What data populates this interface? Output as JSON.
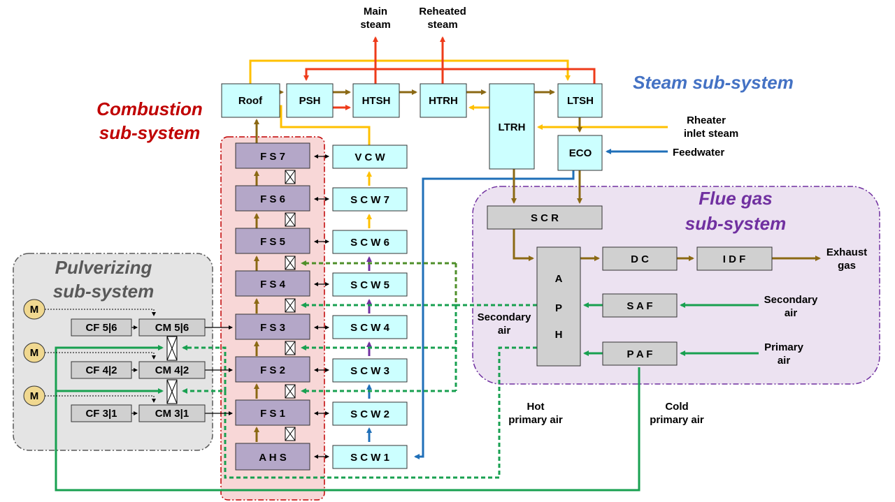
{
  "subsystems": {
    "steam": {
      "line1": "Steam sub-system",
      "color": "#4472c4"
    },
    "combustion": {
      "line1": "Combustion",
      "line2": "sub-system",
      "color": "#c00000"
    },
    "flue": {
      "line1": "Flue gas",
      "line2": "sub-system",
      "color": "#7030a0"
    },
    "pulverizing": {
      "line1": "Pulverizing",
      "line2": "sub-system",
      "color": "#595959"
    }
  },
  "boxes": {
    "roof": "Roof",
    "psh": "PSH",
    "htsh": "HTSH",
    "htrh": "HTRH",
    "ltrh": "LTRH",
    "ltsh": "LTSH",
    "eco": "ECO",
    "fs7": "F S 7",
    "fs6": "F S 6",
    "fs5": "F S 5",
    "fs4": "F S 4",
    "fs3": "F S 3",
    "fs2": "F S 2",
    "fs1": "F S 1",
    "ahs": "A H S",
    "vcw": "V C W",
    "scw7": "S C W 7",
    "scw6": "S C W 6",
    "scw5": "S C W 5",
    "scw4": "S C W 4",
    "scw3": "S C W 3",
    "scw2": "S C W 2",
    "scw1": "S C W 1",
    "scr": "S C R",
    "aph_a": "A",
    "aph_p": "P",
    "aph_h": "H",
    "dc": "D C",
    "idf": "I D F",
    "saf": "S A F",
    "paf": "P A F",
    "cf56": "CF 5|6",
    "cm56": "CM 5|6",
    "cf42": "CF 4|2",
    "cm42": "CM 4|2",
    "cf31": "CF 3|1",
    "cm31": "CM 3|1",
    "motor": "M"
  },
  "labels": {
    "main_steam_1": "Main",
    "main_steam_2": "steam",
    "reheated_1": "Reheated",
    "reheated_2": "steam",
    "rheater_1": "Rheater",
    "rheater_2": "inlet steam",
    "feedwater": "Feedwater",
    "exhaust_1": "Exhaust",
    "exhaust_2": "gas",
    "sec_air_r1": "Secondary",
    "sec_air_r2": "air",
    "pri_air_r1": "Primary",
    "pri_air_r2": "air",
    "sec_air_l1": "Secondary",
    "sec_air_l2": "air",
    "hot_pa_1": "Hot",
    "hot_pa_2": "primary air",
    "cold_pa_1": "Cold",
    "cold_pa_2": "primary air"
  },
  "colors": {
    "box_cyan": "#ccffff",
    "box_purple": "#b4a7c8",
    "box_gray": "#d0d0d0",
    "motor": "#f0d890",
    "flow_brown": "#8b6914",
    "flow_yellow": "#ffc000",
    "flow_red": "#ee3b1a",
    "flow_blue": "#1f6fb8",
    "flow_green": "#18a050",
    "flow_green_dark": "#4f8f2a",
    "flow_purple": "#7030a0"
  }
}
